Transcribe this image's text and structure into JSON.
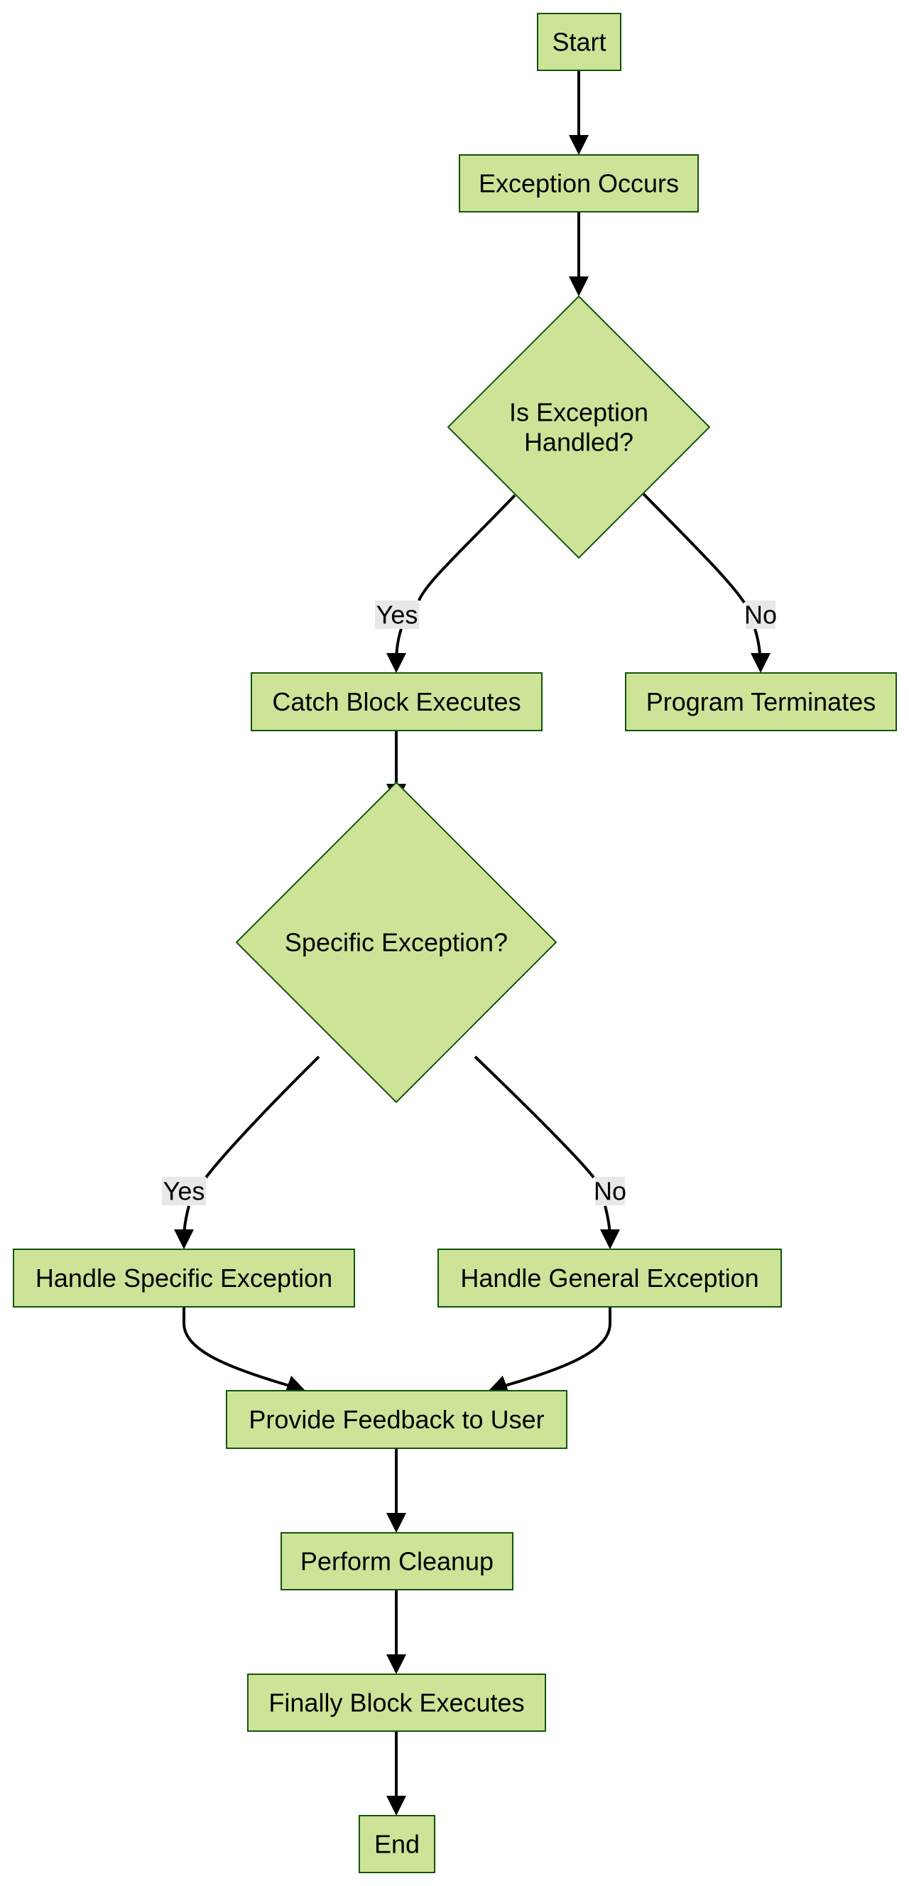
{
  "diagram": {
    "type": "flowchart",
    "direction": "top-down",
    "colors": {
      "node_fill": "#cde498",
      "node_stroke": "#13540c",
      "edge": "#000000",
      "edge_label_bg": "#e8e8e8"
    },
    "nodes": [
      {
        "id": "start",
        "shape": "rect",
        "label": "Start"
      },
      {
        "id": "exc",
        "shape": "rect",
        "label": "Exception Occurs"
      },
      {
        "id": "handled",
        "shape": "diamond",
        "label": "Is Exception Handled?"
      },
      {
        "id": "catch",
        "shape": "rect",
        "label": "Catch Block Executes"
      },
      {
        "id": "term",
        "shape": "rect",
        "label": "Program Terminates"
      },
      {
        "id": "specific",
        "shape": "diamond",
        "label": "Specific Exception?"
      },
      {
        "id": "hspec",
        "shape": "rect",
        "label": "Handle Specific Exception"
      },
      {
        "id": "hgen",
        "shape": "rect",
        "label": "Handle General Exception"
      },
      {
        "id": "feedback",
        "shape": "rect",
        "label": "Provide Feedback to User"
      },
      {
        "id": "cleanup",
        "shape": "rect",
        "label": "Perform Cleanup"
      },
      {
        "id": "finally",
        "shape": "rect",
        "label": "Finally Block Executes"
      },
      {
        "id": "end",
        "shape": "rect",
        "label": "End"
      }
    ],
    "edges": [
      {
        "from": "start",
        "to": "exc",
        "label": ""
      },
      {
        "from": "exc",
        "to": "handled",
        "label": ""
      },
      {
        "from": "handled",
        "to": "catch",
        "label": "Yes"
      },
      {
        "from": "handled",
        "to": "term",
        "label": "No"
      },
      {
        "from": "catch",
        "to": "specific",
        "label": ""
      },
      {
        "from": "specific",
        "to": "hspec",
        "label": "Yes"
      },
      {
        "from": "specific",
        "to": "hgen",
        "label": "No"
      },
      {
        "from": "hspec",
        "to": "feedback",
        "label": ""
      },
      {
        "from": "hgen",
        "to": "feedback",
        "label": ""
      },
      {
        "from": "feedback",
        "to": "cleanup",
        "label": ""
      },
      {
        "from": "cleanup",
        "to": "finally",
        "label": ""
      },
      {
        "from": "finally",
        "to": "end",
        "label": ""
      }
    ],
    "handled_lines": [
      "Is Exception",
      "Handled?"
    ]
  }
}
